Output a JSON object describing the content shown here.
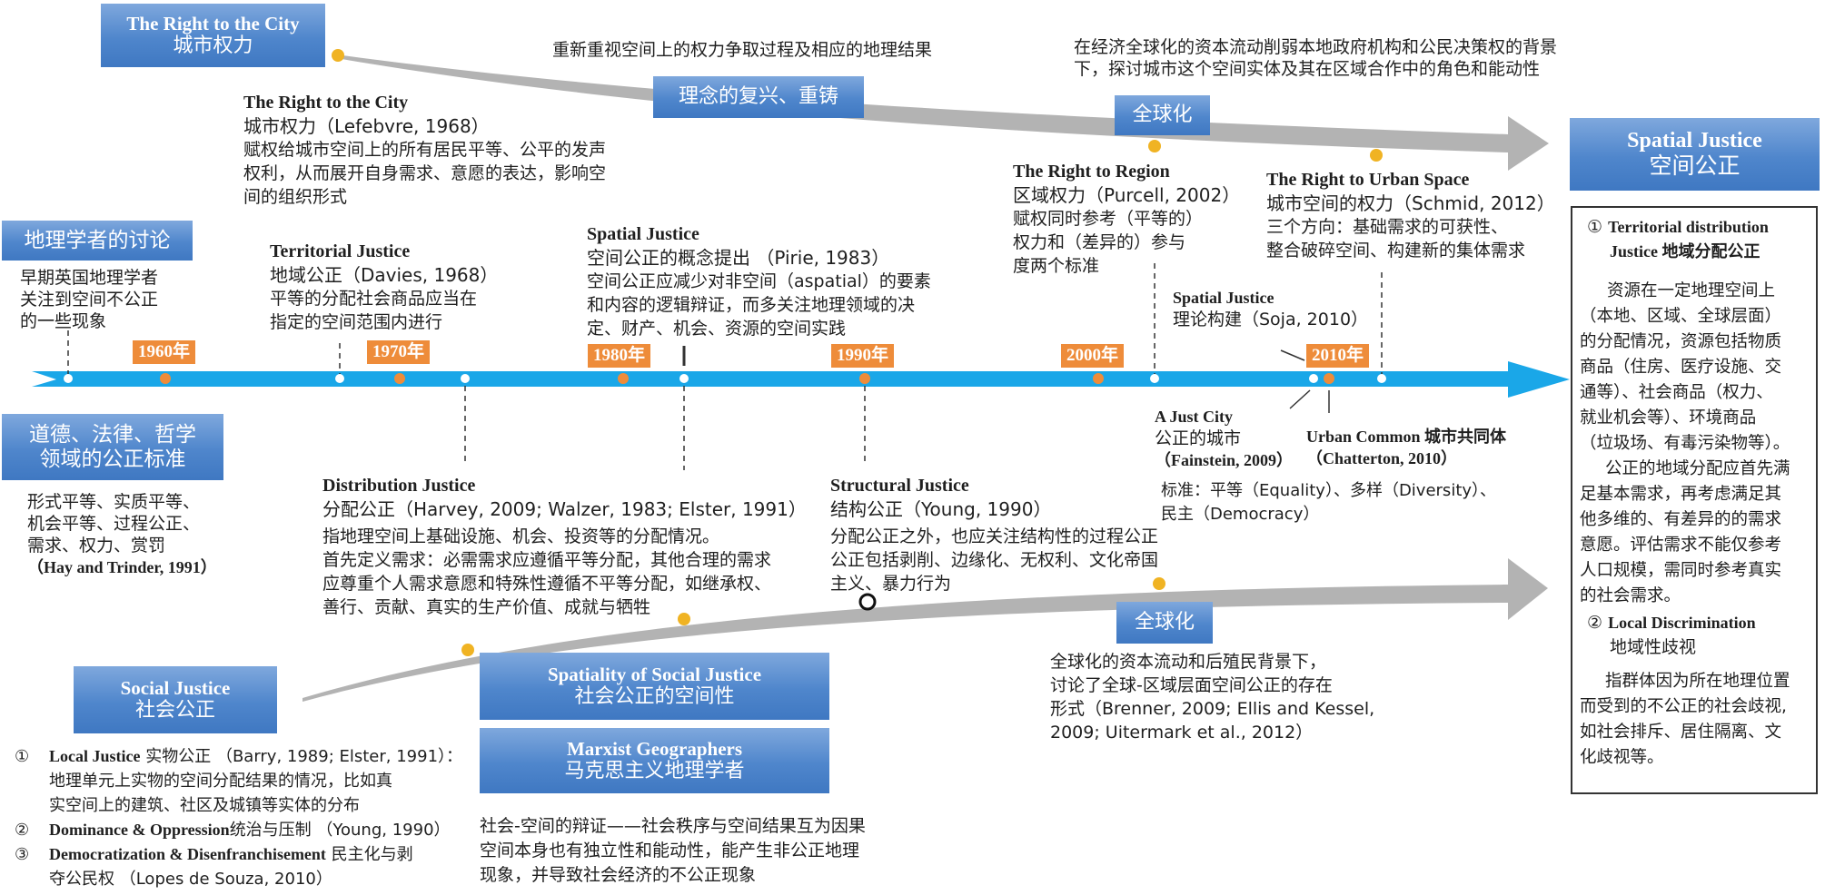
{
  "colors": {
    "timeline": "#1aa7e8",
    "arrow": "#b3b3b3",
    "box": "#4f86cc",
    "year": "#ee8c3a",
    "dot_orange": "#ee8c3a",
    "dot_yellow": "#f0b323"
  },
  "top_box": {
    "en": "The Right to the City",
    "zh": "城市权力"
  },
  "top_caption": "重新重视空间上的权力争取过程及相应的地理结果",
  "revival_box": "理念的复兴、重铸",
  "globalization_top": {
    "caption_l1": "在经济全球化的资本流动削弱本地政府机构和公民决策权的背景",
    "caption_l2": "下，探讨城市这个空间实体及其在区域合作中的角色和能动性",
    "box": "全球化"
  },
  "rtc_1968": {
    "t1": "The Right to the City",
    "t2": "城市权力（Lefebvre, 1968）",
    "d1": "赋权给城市空间上的所有居民平等、公平的发声",
    "d2": "权利，从而展开自身需求、意愿的表达，影响空",
    "d3": "间的组织形式"
  },
  "region_2002": {
    "t1": "The Right to Region",
    "t2": "区域权力（Purcell, 2002）",
    "d1": "赋权同时参考（平等的）",
    "d2": "权力和（差异的）参与",
    "d3": "度两个标准"
  },
  "urban_space_2012": {
    "t1": "The Right to Urban Space",
    "t2": "城市空间的权力（Schmid, 2012）",
    "d1": "三个方向：基础需求的可获性、",
    "d2": "整合破碎空间、构建新的集体需求"
  },
  "geographers": {
    "box": "地理学者的讨论",
    "d1": "早期英国地理学者",
    "d2": "关注到空间不公正",
    "d3": "的一些现象"
  },
  "territorial": {
    "t1": "Territorial Justice",
    "t2": "地域公正（Davies, 1968）",
    "d1": "平等的分配社会商品应当在",
    "d2": "指定的空间范围内进行"
  },
  "spatial_1983": {
    "t1": "Spatial Justice",
    "t2": "空间公正的概念提出 （Pirie, 1983）",
    "d1": "空间公正应减少对非空间（aspatial）的要素",
    "d2": "和内容的逻辑辩证，而多关注地理领域的决",
    "d3": "定、财产、机会、资源的空间实践"
  },
  "soja": {
    "t1": "Spatial Justice",
    "t2": "理论构建（Soja, 2010）"
  },
  "years": [
    "1960年",
    "1970年",
    "1980年",
    "1990年",
    "2000年",
    "2010年"
  ],
  "ethics": {
    "box_l1": "道德、法律、哲学",
    "box_l2": "领域的公正标准",
    "d1": "形式平等、实质平等、",
    "d2": "机会平等、过程公正、",
    "d3": "需求、权力、赏罚",
    "d4": "（Hay and Trinder, 1991）"
  },
  "distribution": {
    "t1": "Distribution Justice",
    "t2": "分配公正（Harvey, 2009; Walzer, 1983; Elster, 1991）",
    "d1": "指地理空间上基础设施、机会、投资等的分配情况。",
    "d2": "首先定义需求：必需需求应遵循平等分配，其他合理的需求",
    "d3": "应尊重个人需求意愿和特殊性遵循不平等分配，如继承权、",
    "d4": "善行、贡献、真实的生产价值、成就与牺牲"
  },
  "structural": {
    "t1": "Structural Justice",
    "t2": "结构公正（Young, 1990）",
    "d1": "分配公正之外，也应关注结构性的过程公正",
    "d2": "公正包括剥削、边缘化、无权利、文化帝国",
    "d3": "主义、暴力行为"
  },
  "just_city": {
    "t1": "A Just City",
    "t2": "公正的城市",
    "t3": "（Fainstein, 2009）"
  },
  "urban_common": {
    "t1": "Urban Common 城市共同体",
    "t2": "（Chatterton, 2010）"
  },
  "standards": {
    "l1": "标准：平等（Equality）、多样（Diversity）、",
    "l2": "民主（Democracy）"
  },
  "globalization_bottom": {
    "box": "全球化",
    "d1": "全球化的资本流动和后殖民背景下，",
    "d2": "讨论了全球-区域层面空间公正的存在",
    "d3": "形式（Brenner, 2009; Ellis and Kessel,",
    "d4": "2009; Uitermark et al., 2012）"
  },
  "social_justice": {
    "box_en": "Social Justice",
    "box_zh": "社会公正",
    "items": [
      {
        "num": "①",
        "en": "Local Justice",
        "zh": " 实物公正 （Barry, 1989; Elster, 1991）："
      },
      {
        "num": "",
        "en": "",
        "zh": "地理单元上实物的空间分配结果的情况，比如真"
      },
      {
        "num": "",
        "en": "",
        "zh": "实空间上的建筑、社区及城镇等实体的分布"
      },
      {
        "num": "②",
        "en": "Dominance & Oppression",
        "zh": "统治与压制 （Young, 1990）"
      },
      {
        "num": "③",
        "en": "Democratization & Disenfranchisement",
        "zh": " 民主化与剥"
      },
      {
        "num": "",
        "en": "",
        "zh": "夺公民权 （Lopes de Souza, 2010）"
      }
    ]
  },
  "spatiality_box": {
    "en": "Spatiality of Social Justice",
    "zh": "社会公正的空间性"
  },
  "marxist_box": {
    "en": "Marxist Geographers",
    "zh": "马克思主义地理学者"
  },
  "marxist_desc": {
    "d1": "社会-空间的辩证——社会秩序与空间结果互为因果",
    "d2": "空间本身也有独立性和能动性，能产生非公正地理",
    "d3": "现象，并导致社会经济的不公正现象"
  },
  "spatial_justice_panel": {
    "head_en": "Spatial Justice",
    "head_zh": "空间公正",
    "s1_num": "①",
    "s1_t1": "Territorial distribution",
    "s1_t2": "Justice 地域分配公正",
    "s1_lines": [
      "资源在一定地理空间上",
      "（本地、区域、全球层面）",
      "的分配情况，资源包括物质",
      "商品（住房、医疗设施、交",
      "通等）、社会商品（权力、",
      "就业机会等）、环境商品",
      "（垃圾场、有毒污染物等）。",
      "公正的地域分配应首先满",
      "足基本需求，再考虑满足其",
      "他多维的、有差异的的需求",
      "意愿。评估需求不能仅参考",
      "人口规模，需同时参考真实",
      "的社会需求。"
    ],
    "s2_num": "②",
    "s2_t1": "Local Discrimination",
    "s2_t2": "地域性歧视",
    "s2_lines": [
      "指群体因为所在地理位置",
      "而受到的不公正的社会歧视,",
      "如社会排斥、居住隔离、文",
      "化歧视等。"
    ]
  }
}
